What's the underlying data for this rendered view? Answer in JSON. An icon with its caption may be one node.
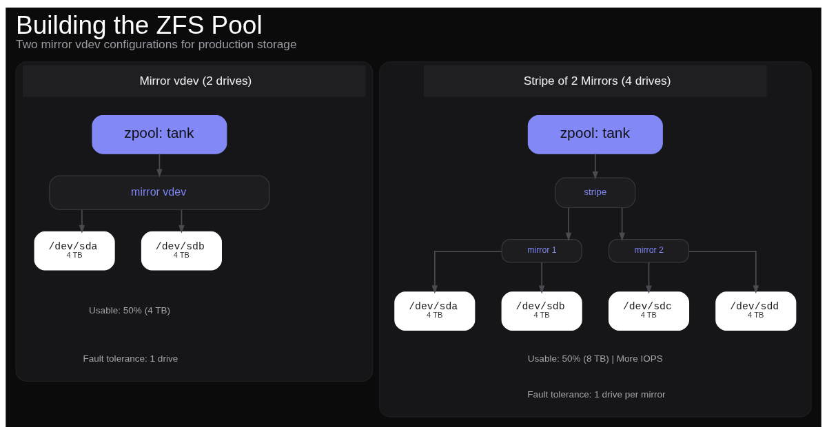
{
  "diagram": {
    "title": "Building the ZFS Pool",
    "caption": "Two mirror vdev configurations for production storage",
    "nodes": [
      {
        "text": [
          "Mirror vdev (2 drives)"
        ]
      },
      {
        "text": [
          "zpool: tank"
        ],
        "in": 0
      },
      {
        "text": [
          "mirror vdev"
        ],
        "in": 0
      },
      {
        "text": [
          "/dev/sda",
          "4 TB"
        ],
        "in": 0
      },
      {
        "text": [
          "/dev/sdb",
          "4 TB"
        ],
        "in": 0
      },
      {
        "text": [
          "Stripe of 2 Mirrors (4 drives)"
        ]
      },
      {
        "text": [
          "zpool: tank"
        ],
        "in": 5
      },
      {
        "text": [
          "stripe"
        ],
        "in": 5
      },
      {
        "text": [
          "mirror 1"
        ],
        "in": 5
      },
      {
        "text": [
          "mirror 2"
        ],
        "in": 5
      },
      {
        "text": [
          "/dev/sda",
          "4 TB"
        ],
        "in": 5
      },
      {
        "text": [
          "/dev/sdb",
          "4 TB"
        ],
        "in": 5
      },
      {
        "text": [
          "/dev/sdc",
          "4 TB"
        ],
        "in": 5
      },
      {
        "text": [
          "/dev/sdd",
          "4 TB"
        ],
        "in": 5
      }
    ],
    "edges": [
      {
        "from": 1,
        "to": 2,
        "arrow": "to"
      },
      {
        "from": 2,
        "to": 3,
        "arrow": "to"
      },
      {
        "from": 2,
        "to": 4,
        "arrow": "to"
      },
      {
        "from": 6,
        "to": 7,
        "arrow": "to"
      },
      {
        "from": 7,
        "to": 8,
        "arrow": "to"
      },
      {
        "from": 7,
        "to": 9,
        "arrow": "to"
      },
      {
        "from": 8,
        "to": 10,
        "arrow": "to"
      },
      {
        "from": 8,
        "to": 11,
        "arrow": "to"
      },
      {
        "from": 9,
        "to": 12,
        "arrow": "to"
      },
      {
        "from": 9,
        "to": 13,
        "arrow": "to"
      }
    ],
    "labels": [
      "Usable: 50% (4 TB)",
      "Fault tolerance: 1 drive",
      "Usable: 50% (8 TB) | More IOPS",
      "Fault tolerance: 1 drive per mirror"
    ]
  }
}
